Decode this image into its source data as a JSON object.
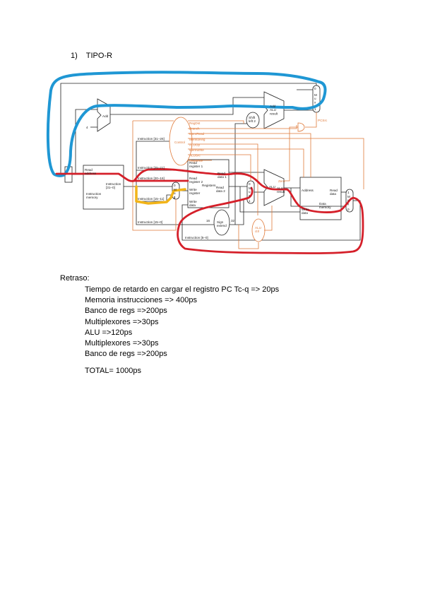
{
  "heading": {
    "number": "1)",
    "title": "TIPO-R"
  },
  "diagram": {
    "add_left": "Add",
    "four": "4",
    "pc": "PC",
    "read_address": "Read\naddress",
    "instruction_out": "Instruction\n[31–0]",
    "instruction_memory": "Instruction\nmemory",
    "instr_31_26": "Instruction [31–26]",
    "instr_25_21": "Instruction [25–21]",
    "instr_20_16": "Instruction [20–16]",
    "instr_15_11": "Instruction [15–11]",
    "instr_15_0": "Instruction [15–0]",
    "instr_5_0": "Instruction [5–0]",
    "control": "Control",
    "control_signals": [
      "RegDst",
      "Branch",
      "MemRead",
      "MemtoReg",
      "ALUOp",
      "MemWrite",
      "ALUSrc",
      "RegWrite"
    ],
    "read_register_1": "Read\nregister 1",
    "read_register_2": "Read\nregister 2",
    "write_register": "Write\nregister",
    "write_data": "Write\ndata",
    "read_data_1": "Read\ndata 1",
    "read_data_2": "Read\ndata 2",
    "registers": "Registers",
    "sign_extend": "Sign\nextend",
    "sixteen": "16",
    "thirtytwo": "32",
    "shift_left_2": "Shift\nleft 2",
    "add_result": "Add\nALU\nresult",
    "pcsrc": "PCSrc",
    "alu": "ALU",
    "zero": "Zero",
    "alu_result": "ALU\nresult",
    "alu_control": "ALU\nctrl",
    "address": "Address",
    "read_data": "Read\ndata",
    "data_memory": "Data\nmemory",
    "data_write_data": "Write\ndata",
    "mux": "M\nu\nx",
    "mux_0": "0",
    "mux_1": "1"
  },
  "delay": {
    "title": "Retraso:",
    "lines": [
      "Tiempo de retardo en cargar el registro PC Tc-q => 20ps",
      "Memoria instrucciones => 400ps",
      "Banco de regs =>200ps",
      "Multiplexores =>30ps",
      "ALU =>120ps",
      "Multiplexores =>30ps",
      "Banco de regs =>200ps"
    ],
    "total": "TOTAL= 1000ps"
  },
  "colors": {
    "highlight_fetch": "#1f97d4",
    "highlight_rtype": "#d5202a",
    "highlight_mux": "#f2b418",
    "control_orange": "#e07a3a",
    "datapath": "#222222"
  }
}
